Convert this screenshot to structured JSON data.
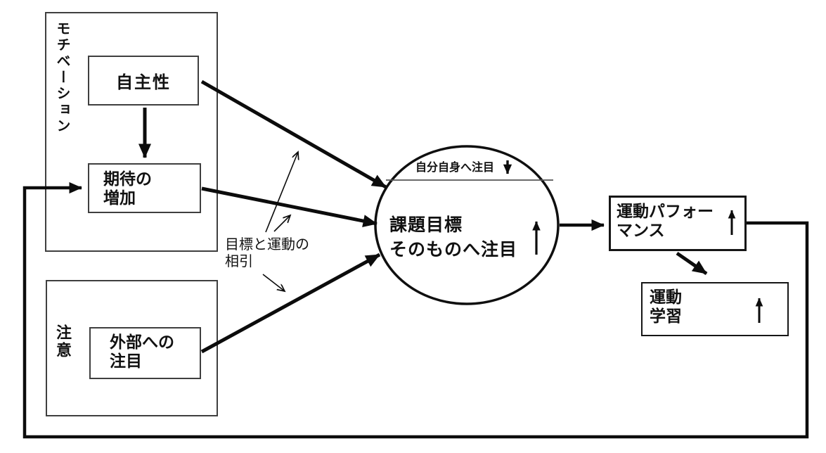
{
  "colors": {
    "background": "#ffffff",
    "line": "#111111",
    "box_border": "#3f3f3f"
  },
  "groups": {
    "motivation": {
      "label": "モチベーション"
    },
    "attention": {
      "label": "注意"
    }
  },
  "nodes": {
    "autonomy": {
      "label": "自主性"
    },
    "expectancy": {
      "label": "期待の\n増加"
    },
    "external_focus": {
      "label": "外部への\n注目"
    },
    "self_focus": {
      "label": "自分自身へ注目",
      "arrow_icon": "down-arrow"
    },
    "task_goal_focus": {
      "label": "課題目標\nそのものへ注目",
      "arrow_icon": "up-arrow"
    },
    "motor_performance": {
      "label": "運動パフォー\nマンス",
      "arrow_icon": "up-arrow"
    },
    "motor_learning": {
      "label": "運動\n学習",
      "arrow_icon": "up-arrow"
    }
  },
  "annotations": {
    "goal_action_coupling": {
      "label": "目標と運動の\n相引"
    }
  },
  "edges": [
    {
      "from": "autonomy",
      "to": "expectancy",
      "style": "thick"
    },
    {
      "from": "autonomy",
      "to": "task_goal_focus",
      "style": "thick"
    },
    {
      "from": "expectancy",
      "to": "task_goal_focus",
      "style": "thick"
    },
    {
      "from": "external_focus",
      "to": "task_goal_focus",
      "style": "thick"
    },
    {
      "from": "task_goal_focus",
      "to": "motor_performance",
      "style": "thick"
    },
    {
      "from": "motor_performance",
      "to": "motor_learning",
      "style": "thick"
    },
    {
      "from": "motor_performance",
      "to": "expectancy",
      "style": "thick-feedback-loop"
    },
    {
      "from": "goal_action_coupling",
      "to": "arrow-autonomy-to-task-goal",
      "style": "thin"
    },
    {
      "from": "goal_action_coupling",
      "to": "arrow-expectancy-to-task-goal",
      "style": "thin"
    },
    {
      "from": "goal_action_coupling",
      "to": "arrow-external-to-task-goal",
      "style": "thin"
    }
  ]
}
